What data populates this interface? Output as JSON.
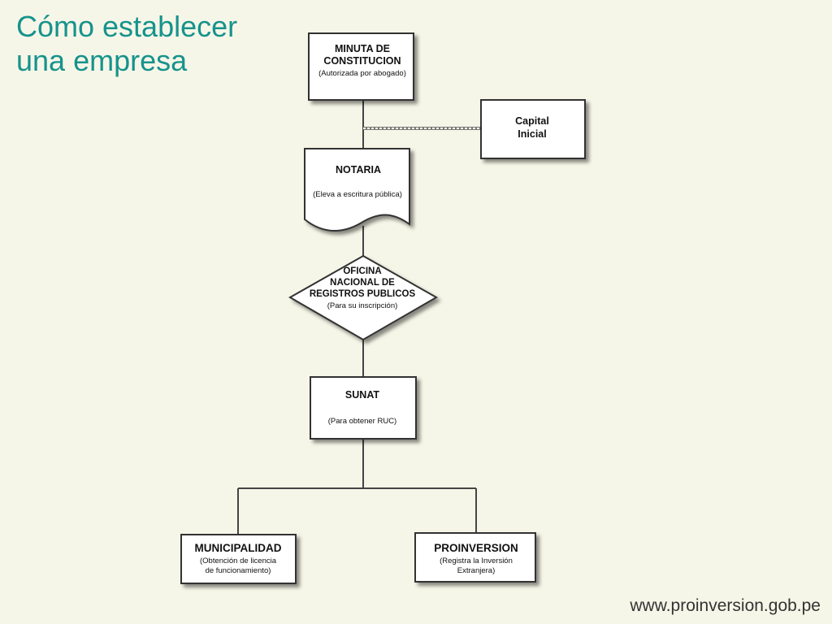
{
  "slide": {
    "title_line1": "Cómo establecer",
    "title_line2": "una empresa",
    "footer_url": "www.proinversion.gob.pe"
  },
  "flowchart": {
    "minuta": {
      "title1": "MINUTA DE",
      "title2": "CONSTITUCION",
      "note": "(Autorizada por abogado)"
    },
    "capital": {
      "title1": "Capital",
      "title2": "Inicial"
    },
    "notaria": {
      "title": "NOTARIA",
      "note": "(Eleva a escritura pública)"
    },
    "registros": {
      "title1": "OFICINA",
      "title2": "NACIONAL DE",
      "title3": "REGISTROS PUBLICOS",
      "note": "(Para su inscripción)"
    },
    "sunat": {
      "title": "SUNAT",
      "note": "(Para obtener RUC)"
    },
    "municipalidad": {
      "title": "MUNICIPALIDAD",
      "note1": "(Obtención de licencia",
      "note2": "de funcionamiento)"
    },
    "proinversion": {
      "title": "PROINVERSION",
      "note1": "(Registra la Inversión",
      "note2": "Extranjera)"
    }
  }
}
